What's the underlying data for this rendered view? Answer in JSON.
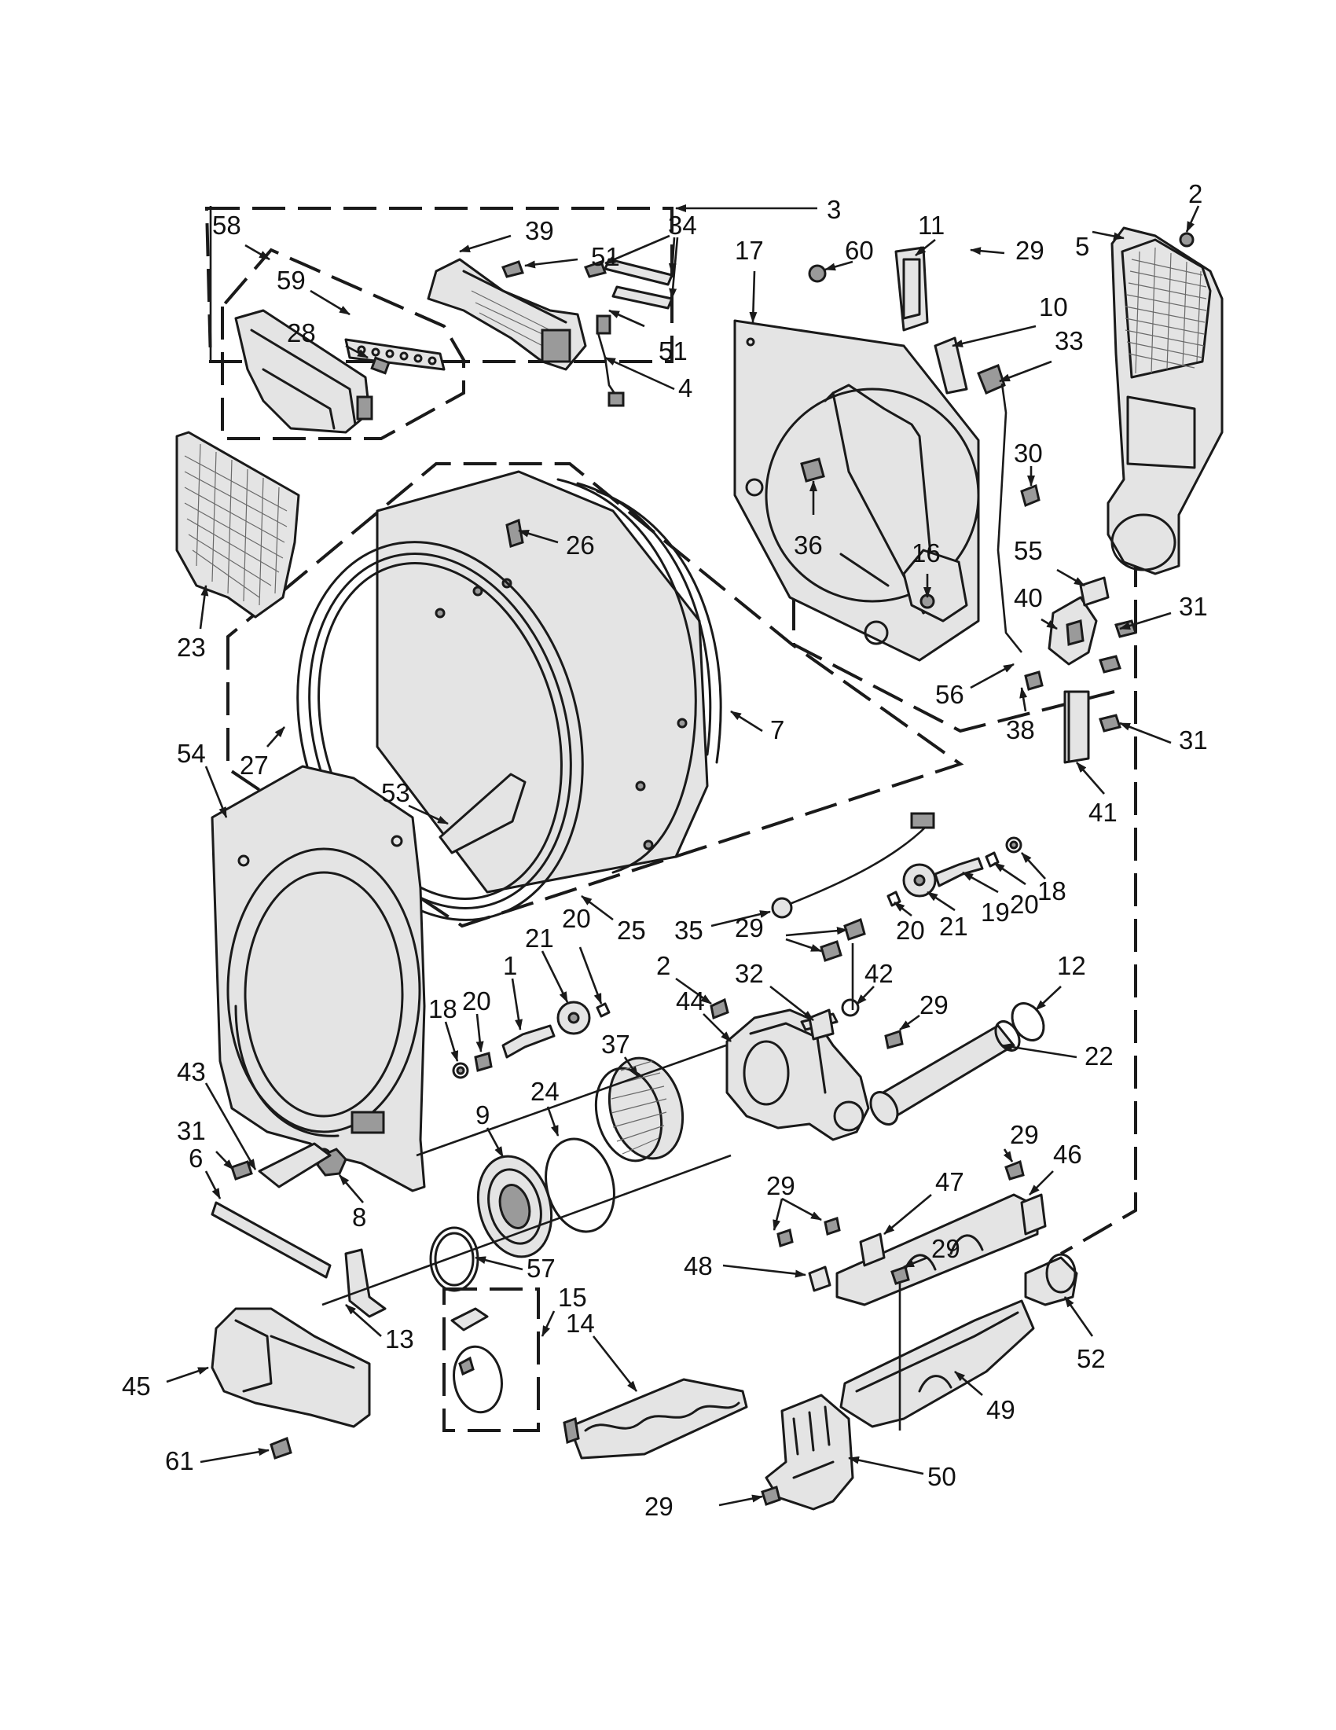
{
  "diagram": {
    "callouts": [
      "1",
      "2",
      "3",
      "4",
      "5",
      "6",
      "7",
      "8",
      "9",
      "10",
      "11",
      "12",
      "13",
      "14",
      "15",
      "16",
      "17",
      "18",
      "19",
      "20",
      "21",
      "22",
      "23",
      "24",
      "25",
      "26",
      "27",
      "28",
      "29",
      "30",
      "31",
      "32",
      "33",
      "34",
      "35",
      "36",
      "37",
      "38",
      "39",
      "40",
      "41",
      "42",
      "43",
      "44",
      "45",
      "46",
      "47",
      "48",
      "49",
      "50",
      "51",
      "52",
      "53",
      "54",
      "55",
      "56",
      "57",
      "58",
      "59",
      "60",
      "61"
    ]
  }
}
